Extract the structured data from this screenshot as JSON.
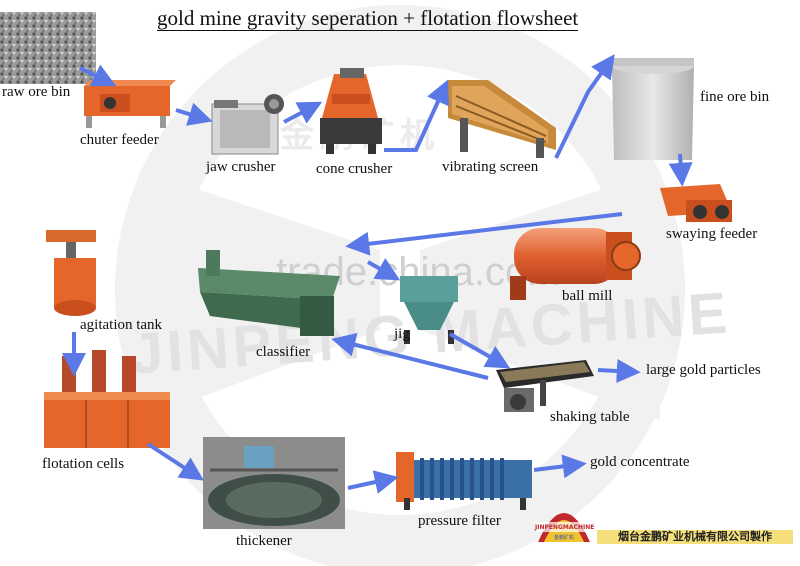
{
  "title": "gold mine gravity seperation + flotation flowsheet",
  "labels": {
    "raw_ore_bin": "raw ore bin",
    "chuter_feeder": "chuter feeder",
    "jaw_crusher": "jaw crusher",
    "cone_crusher": "cone crusher",
    "vibrating_screen": "vibrating screen",
    "fine_ore_bin": "fine ore bin",
    "swaying_feeder": "swaying feeder",
    "ball_mill": "ball mill",
    "classifier": "classifier",
    "jig": "jig",
    "shaking_table": "shaking table",
    "large_gold_particles": "large gold particles",
    "agitation_tank": "agitation tank",
    "flotation_cells": "flotation cells",
    "thickener": "thickener",
    "pressure_filter": "pressure filter",
    "gold_concentrate": "gold concentrate"
  },
  "watermark": {
    "site": "trade.china.com",
    "brand": "JINPENG MACHINE",
    "cn": "金鹏矿机"
  },
  "logo": {
    "name": "JINPENGMACHINE",
    "sub": "金鹏矿机"
  },
  "company_name": "烟台金鹏矿业机械有限公司製作",
  "colors": {
    "arrow": "#5a78e6",
    "machine_orange": "#e5662a",
    "watermark": "#d8d8d8"
  }
}
